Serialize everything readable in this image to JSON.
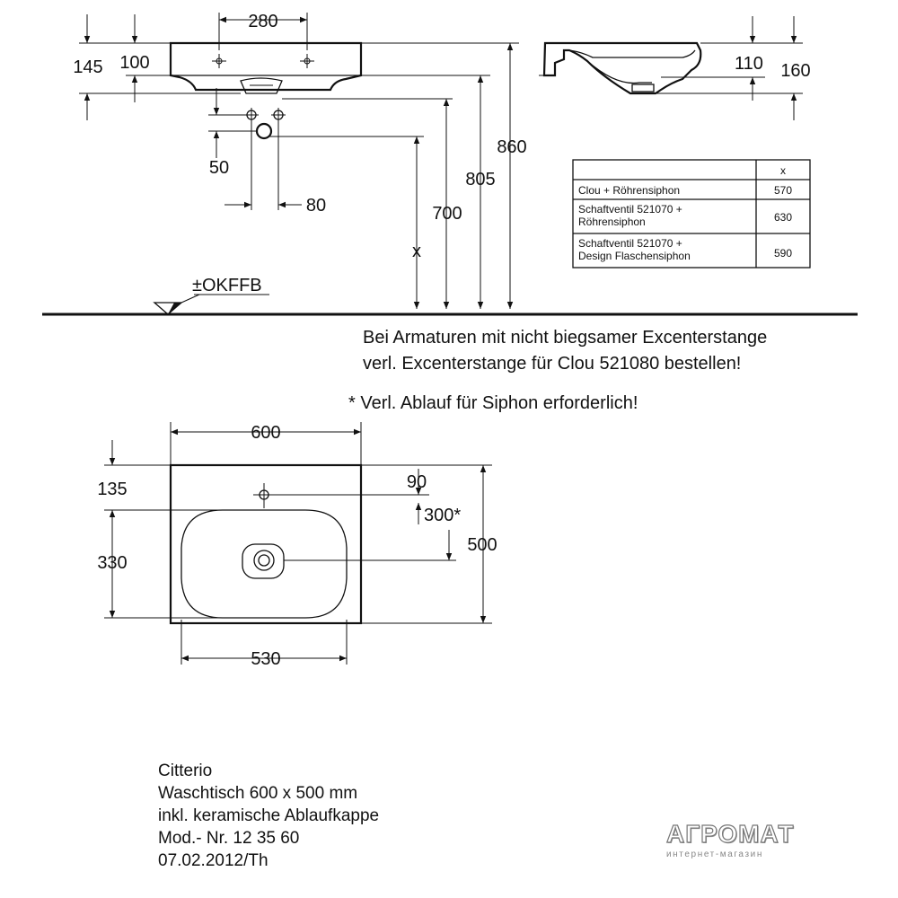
{
  "dimensions": {
    "front": {
      "d280": "280",
      "d145": "145",
      "d100": "100",
      "d50": "50",
      "d80": "80",
      "dx": "x",
      "d700": "700",
      "d805": "805",
      "d860": "860",
      "floor_label": "±OKFFB"
    },
    "side": {
      "d110": "110",
      "d160": "160"
    },
    "plan": {
      "d600": "600",
      "d135": "135",
      "d90": "90",
      "d300": "300*",
      "d330": "330",
      "d500": "500",
      "d530": "530"
    }
  },
  "table": {
    "header": "x",
    "rows": [
      {
        "label_lines": [
          "Clou + Röhrensiphon"
        ],
        "value": "570"
      },
      {
        "label_lines": [
          "Schaftventil 521070 +",
          "Röhrensiphon"
        ],
        "value": "630"
      },
      {
        "label_lines": [
          "Schaftventil 521070 +",
          "Design Flaschensiphon"
        ],
        "value": "590"
      }
    ]
  },
  "notes": {
    "line1": "Bei Armaturen mit nicht biegsamer Excenterstange",
    "line2": "verl. Excenterstange für Clou 521080 bestellen!",
    "line3": "* Verl. Ablauf für Siphon erforderlich!"
  },
  "title_block": {
    "line1": "Citterio",
    "line2": "Waschtisch 600 x 500 mm",
    "line3": "inkl. keramische Ablaufkappe",
    "line4": "Mod.- Nr. 12 35 60",
    "line5": "07.02.2012/Th"
  },
  "watermark": {
    "name": "АГРОМАТ",
    "subtitle": "интернет-магазин"
  }
}
